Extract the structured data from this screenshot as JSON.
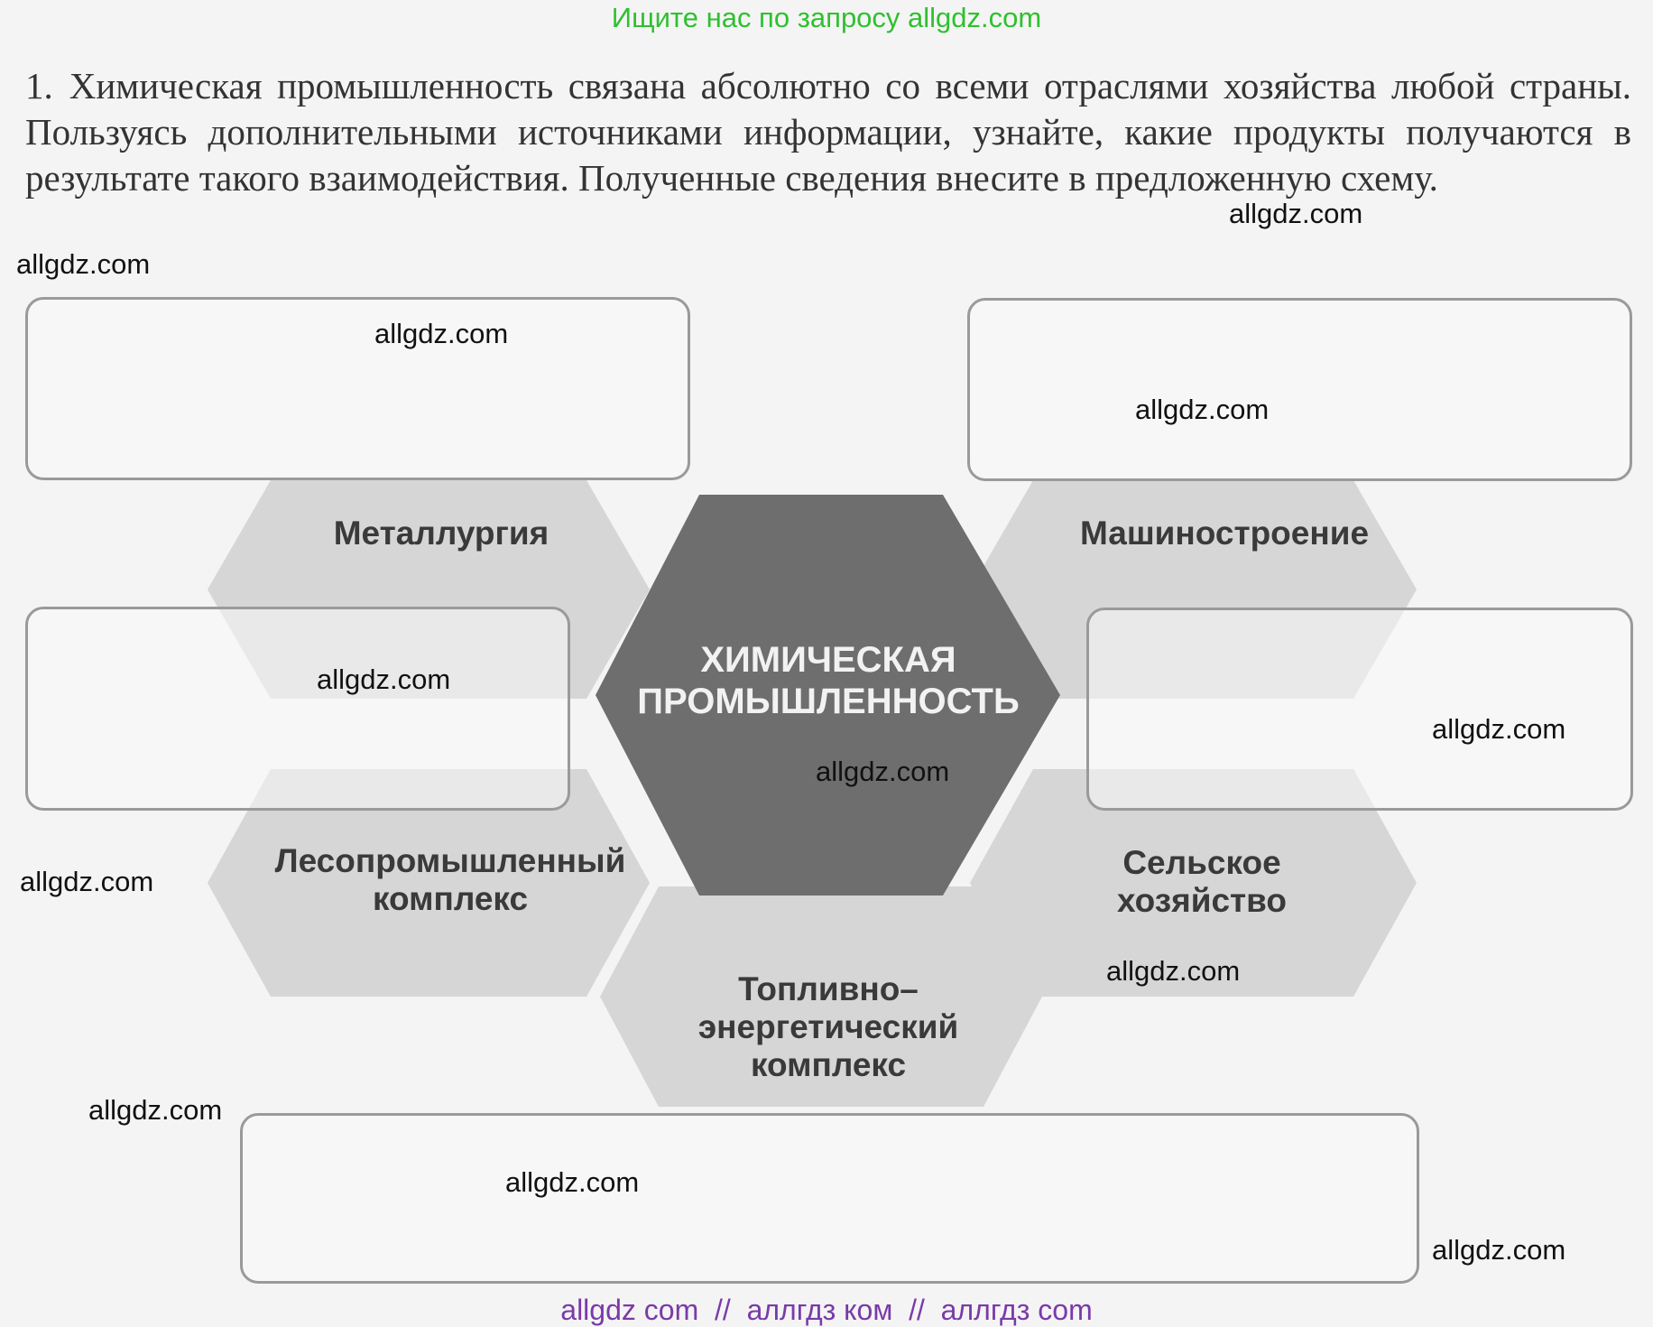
{
  "top_banner": "Ищите нас по запросу allgdz.com",
  "task": {
    "number": "1.",
    "text": "Химическая промышленность связана абсолютно со всеми отраслями хозяйства любой страны. Пользуясь дополнительными источниками информации, узнайте, какие продукты получаются в результате такого взаимодействия. Полученные сведения внесите в предложенную схему."
  },
  "diagram": {
    "center": {
      "line1": "ХИМИЧЕСКАЯ",
      "line2": "ПРОМЫШЛЕННОСТЬ"
    },
    "sectors": {
      "metallurgy": {
        "line1": "Металлургия"
      },
      "machine": {
        "line1": "Машиностроение"
      },
      "forest": {
        "line1": "Лесопромышленный",
        "line2": "комплекс"
      },
      "agri": {
        "line1": "Сельское",
        "line2": "хозяйство"
      },
      "fuel": {
        "line1": "Топливно–",
        "line2": "энергетический",
        "line3": "комплекс"
      }
    },
    "colors": {
      "center_fill": "#6e6e6e",
      "sector_fill": "#d6d6d6",
      "box_border": "#9a9a9a"
    }
  },
  "watermark": "allgdz.com",
  "bottom_banner": "allgdz com  //  аллгдз ком  //  аллгдз com"
}
